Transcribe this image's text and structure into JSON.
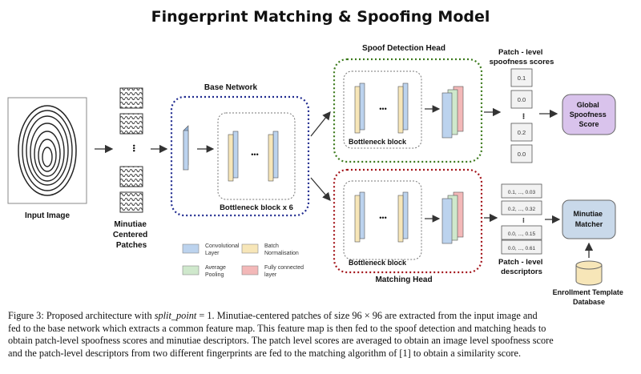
{
  "title": "Fingerprint Matching & Spoofing Model",
  "labels": {
    "input_image": "Input Image",
    "patches": [
      "Minutiae",
      "Centered",
      "Patches"
    ],
    "base_network": "Base Network",
    "bottleneck_x6": "Bottleneck block x 6",
    "spoof_head": "Spoof Detection Head",
    "matching_head": "Matching Head",
    "bottleneck": "Bottleneck block",
    "patch_scores_title": [
      "Patch - level",
      "spoofness scores"
    ],
    "global_score": [
      "Global",
      "Spoofness",
      "Score"
    ],
    "patch_descriptors_title": [
      "Patch - level",
      "descriptors"
    ],
    "minutiae_matcher": [
      "Minutiae",
      "Matcher"
    ],
    "enrollment_db": [
      "Enrollment Template",
      "Database"
    ]
  },
  "scores": [
    "0.1",
    "0.0",
    "0.2",
    "0.0"
  ],
  "descriptors": [
    "0.1, ..., 0.03",
    "0.2, ..., 0.32",
    "0.0, ..., 0.15",
    "0.0, ..., 0.61"
  ],
  "legend": [
    {
      "label": [
        "Convolutional",
        "Layer"
      ],
      "color": "#bcd3ee"
    },
    {
      "label": [
        "Batch",
        "Normalisation"
      ],
      "color": "#f7e6b8"
    },
    {
      "label": [
        "Average",
        "Pooling"
      ],
      "color": "#cfe8cc"
    },
    {
      "label": [
        "Fully connected",
        "layer"
      ],
      "color": "#f3b8b8"
    }
  ],
  "colors": {
    "base_border": "#1f2a8f",
    "spoof_border": "#3c7a1c",
    "matching_border": "#a3141a",
    "global_fill": "#d9c3ec",
    "matcher_fill": "#c9d9ea"
  },
  "ellipsis": "•••",
  "caption": {
    "line1_a": "Figure 3: Proposed architecture with ",
    "line1_italic": "split_point",
    "line1_b": " = 1. Minutiae-centered patches of size 96 × 96 are extracted from the input image and",
    "line2": "fed to the base network which extracts a common feature map. This feature map is then fed to the spoof detection and matching heads to",
    "line3": "obtain patch-level spoofness scores and minutiae descriptors. The patch level scores are averaged to obtain an image level spoofness score",
    "line4": "and the patch-level descriptors from two different fingerprints are fed to the matching algorithm of [1] to obtain a similarity score."
  }
}
